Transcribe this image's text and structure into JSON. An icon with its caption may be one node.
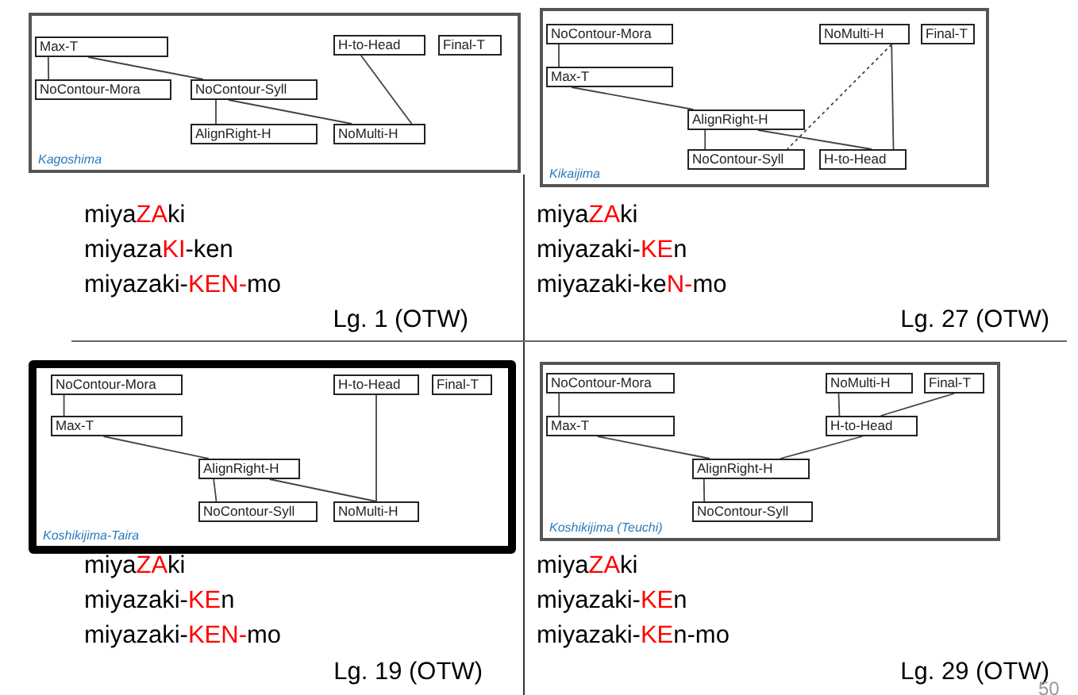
{
  "diagram": {
    "nodes": [
      {
        "text": [
          "Kagoshima"
        ]
      },
      {
        "text": [
          "Max-T"
        ],
        "in": 0
      },
      {
        "text": [
          "H-to-Head"
        ],
        "in": 0
      },
      {
        "text": [
          "Final-T"
        ],
        "in": 0
      },
      {
        "text": [
          "NoContour-Mora"
        ],
        "in": 0
      },
      {
        "text": [
          "NoContour-Syll"
        ],
        "in": 0
      },
      {
        "text": [
          "AlignRight-H"
        ],
        "in": 0
      },
      {
        "text": [
          "NoMulti-H"
        ],
        "in": 0
      },
      {
        "text": [
          "Kikaijima"
        ]
      },
      {
        "text": [
          "NoContour-Mora"
        ],
        "in": 8
      },
      {
        "text": [
          "NoMulti-H"
        ],
        "in": 8
      },
      {
        "text": [
          "Final-T"
        ],
        "in": 8
      },
      {
        "text": [
          "Max-T"
        ],
        "in": 8
      },
      {
        "text": [
          "AlignRight-H"
        ],
        "in": 8
      },
      {
        "text": [
          "NoContour-Syll"
        ],
        "in": 8
      },
      {
        "text": [
          "H-to-Head"
        ],
        "in": 8
      },
      {
        "text": [
          "Koshikijima-Taira"
        ]
      },
      {
        "text": [
          "NoContour-Mora"
        ],
        "in": 16
      },
      {
        "text": [
          "H-to-Head"
        ],
        "in": 16
      },
      {
        "text": [
          "Final-T"
        ],
        "in": 16
      },
      {
        "text": [
          "Max-T"
        ],
        "in": 16
      },
      {
        "text": [
          "AlignRight-H"
        ],
        "in": 16
      },
      {
        "text": [
          "NoContour-Syll"
        ],
        "in": 16
      },
      {
        "text": [
          "NoMulti-H"
        ],
        "in": 16
      },
      {
        "text": [
          "Koshikijima (Teuchi)"
        ]
      },
      {
        "text": [
          "NoContour-Mora"
        ],
        "in": 24
      },
      {
        "text": [
          "NoMulti-H"
        ],
        "in": 24
      },
      {
        "text": [
          "Final-T"
        ],
        "in": 24
      },
      {
        "text": [
          "Max-T"
        ],
        "in": 24
      },
      {
        "text": [
          "H-to-Head"
        ],
        "in": 24
      },
      {
        "text": [
          "AlignRight-H"
        ],
        "in": 24
      },
      {
        "text": [
          "NoContour-Syll"
        ],
        "in": 24
      }
    ],
    "edges": [
      {
        "from": 1,
        "to": 4,
        "arrow": "none"
      },
      {
        "from": 1,
        "to": 5,
        "arrow": "none"
      },
      {
        "from": 5,
        "to": 6,
        "arrow": "none"
      },
      {
        "from": 5,
        "to": 7,
        "arrow": "none"
      },
      {
        "from": 2,
        "to": 7,
        "arrow": "none"
      },
      {
        "from": 9,
        "to": 12,
        "arrow": "none"
      },
      {
        "from": 12,
        "to": 13,
        "arrow": "none"
      },
      {
        "from": 13,
        "to": 14,
        "arrow": "none"
      },
      {
        "from": 13,
        "to": 15,
        "arrow": "none"
      },
      {
        "from": 10,
        "to": 14,
        "arrow": "none",
        "style": "dashed"
      },
      {
        "from": 10,
        "to": 15,
        "arrow": "none"
      },
      {
        "from": 17,
        "to": 20,
        "arrow": "none"
      },
      {
        "from": 20,
        "to": 21,
        "arrow": "none"
      },
      {
        "from": 21,
        "to": 22,
        "arrow": "none"
      },
      {
        "from": 21,
        "to": 23,
        "arrow": "none"
      },
      {
        "from": 18,
        "to": 23,
        "arrow": "none"
      },
      {
        "from": 25,
        "to": 28,
        "arrow": "none"
      },
      {
        "from": 28,
        "to": 30,
        "arrow": "none"
      },
      {
        "from": 29,
        "to": 30,
        "arrow": "none"
      },
      {
        "from": 26,
        "to": 29,
        "arrow": "none"
      },
      {
        "from": 27,
        "to": 29,
        "arrow": "none"
      },
      {
        "from": 30,
        "to": 31,
        "arrow": "none"
      }
    ],
    "labels": [
      "miya**ZA**ki",
      "miyaza**KI**-ken",
      "miyazaki-**KEN-**mo",
      "Lg. 1 (OTW)",
      "miya**ZA**ki",
      "miyazaki-**KE**n",
      "miyazaki-ke**N-**mo",
      "Lg. 27 (OTW)",
      "miya**ZA**ki",
      "miyazaki-**KE**n",
      "miyazaki-**KEN-**mo",
      "Lg. 19 (OTW)",
      "miya**ZA**ki",
      "miyazaki-**KE**n",
      "miyazaki-**KE**n-mo",
      "Lg. 29 (OTW)",
      "50"
    ]
  }
}
